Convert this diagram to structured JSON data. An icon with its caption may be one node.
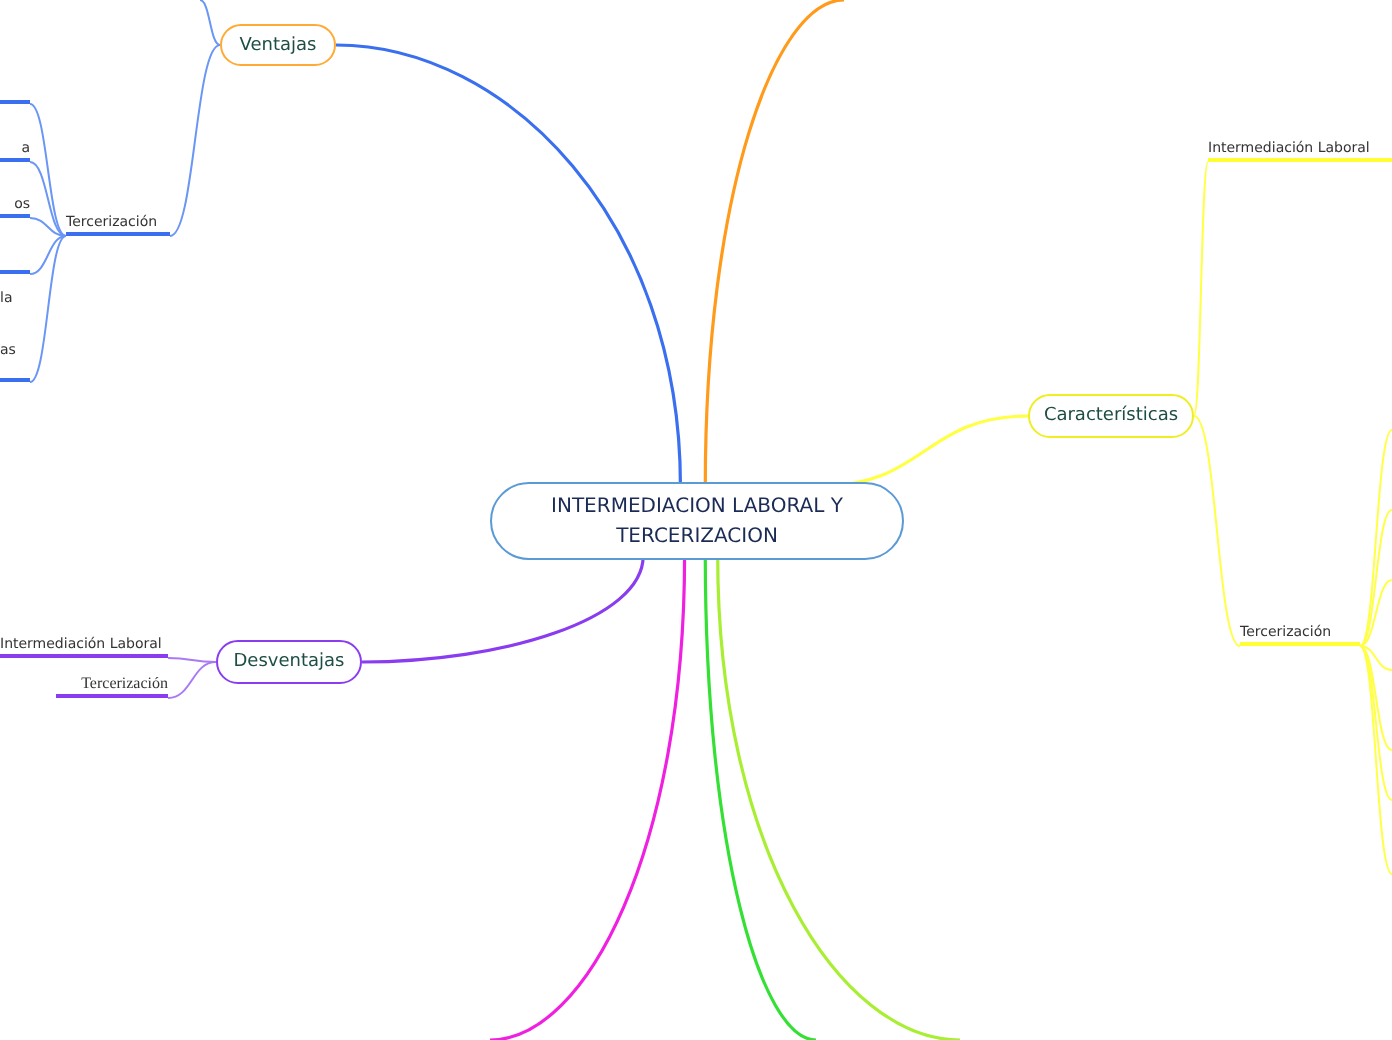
{
  "diagram": {
    "nodes": [
      {
        "text": [
          "INTERMEDIACION LABORAL Y TERCERIZACION"
        ]
      },
      {
        "text": [
          "Ventajas"
        ]
      },
      {
        "text": [
          "Tercerización"
        ]
      },
      {
        "text": [],
        "shape": "bar"
      },
      {
        "text": [
          "a"
        ]
      },
      {
        "text": [
          "os"
        ]
      },
      {
        "text": [],
        "shape": "bar"
      },
      {
        "text": [
          "la as"
        ]
      },
      {
        "text": [
          "Desventajas"
        ]
      },
      {
        "text": [
          "Intermediación Laboral"
        ]
      },
      {
        "text": [
          "Tercerización"
        ]
      },
      {
        "text": [
          "Características"
        ]
      },
      {
        "text": [
          "Intermediación Laboral"
        ]
      },
      {
        "text": [
          "Tercerización"
        ]
      }
    ],
    "edges": [
      {
        "from": 0,
        "to": 1,
        "arrow": "none",
        "color": "#3a6ff0"
      },
      {
        "from": 0,
        "to": null,
        "arrow": "none",
        "color": "#ff9a1a"
      },
      {
        "from": 0,
        "to": 11,
        "arrow": "none"
      },
      {
        "from": 0,
        "to": 8,
        "arrow": "none",
        "color": "#8a3cf0"
      },
      {
        "from": 0,
        "to": null,
        "arrow": "none",
        "color": "#f020e0"
      },
      {
        "from": 0,
        "to": null,
        "arrow": "none",
        "color": "#33e033"
      },
      {
        "from": 0,
        "to": null,
        "arrow": "none",
        "color": "#a8ee33"
      },
      {
        "from": 1,
        "to": null,
        "arrow": "none",
        "color": "#6a96f5"
      },
      {
        "from": 1,
        "to": 2,
        "arrow": "none",
        "color": "#6a96f5"
      },
      {
        "from": 2,
        "to": 3,
        "arrow": "none",
        "color": "#6a96f5"
      },
      {
        "from": 2,
        "to": 4,
        "arrow": "none",
        "color": "#6a96f5"
      },
      {
        "from": 2,
        "to": 5,
        "arrow": "none",
        "color": "#6a96f5"
      },
      {
        "from": 2,
        "to": 6,
        "arrow": "none",
        "color": "#6a96f5"
      },
      {
        "from": 2,
        "to": 7,
        "arrow": "none",
        "color": "#6a96f5"
      },
      {
        "from": 8,
        "to": 9,
        "arrow": "none",
        "color": "#a87af5"
      },
      {
        "from": 8,
        "to": 10,
        "arrow": "none",
        "color": "#a87af5"
      },
      {
        "from": 11,
        "to": 12,
        "arrow": "none"
      },
      {
        "from": 11,
        "to": 13,
        "arrow": "none"
      },
      {
        "from": 13,
        "to": null,
        "arrow": "none"
      },
      {
        "from": 13,
        "to": null,
        "arrow": "none"
      },
      {
        "from": 13,
        "to": null,
        "arrow": "none"
      },
      {
        "from": 13,
        "to": null,
        "arrow": "none"
      },
      {
        "from": 13,
        "to": null,
        "arrow": "none"
      },
      {
        "from": 13,
        "to": null,
        "arrow": "none"
      },
      {
        "from": 13,
        "to": null,
        "arrow": "none"
      }
    ]
  }
}
